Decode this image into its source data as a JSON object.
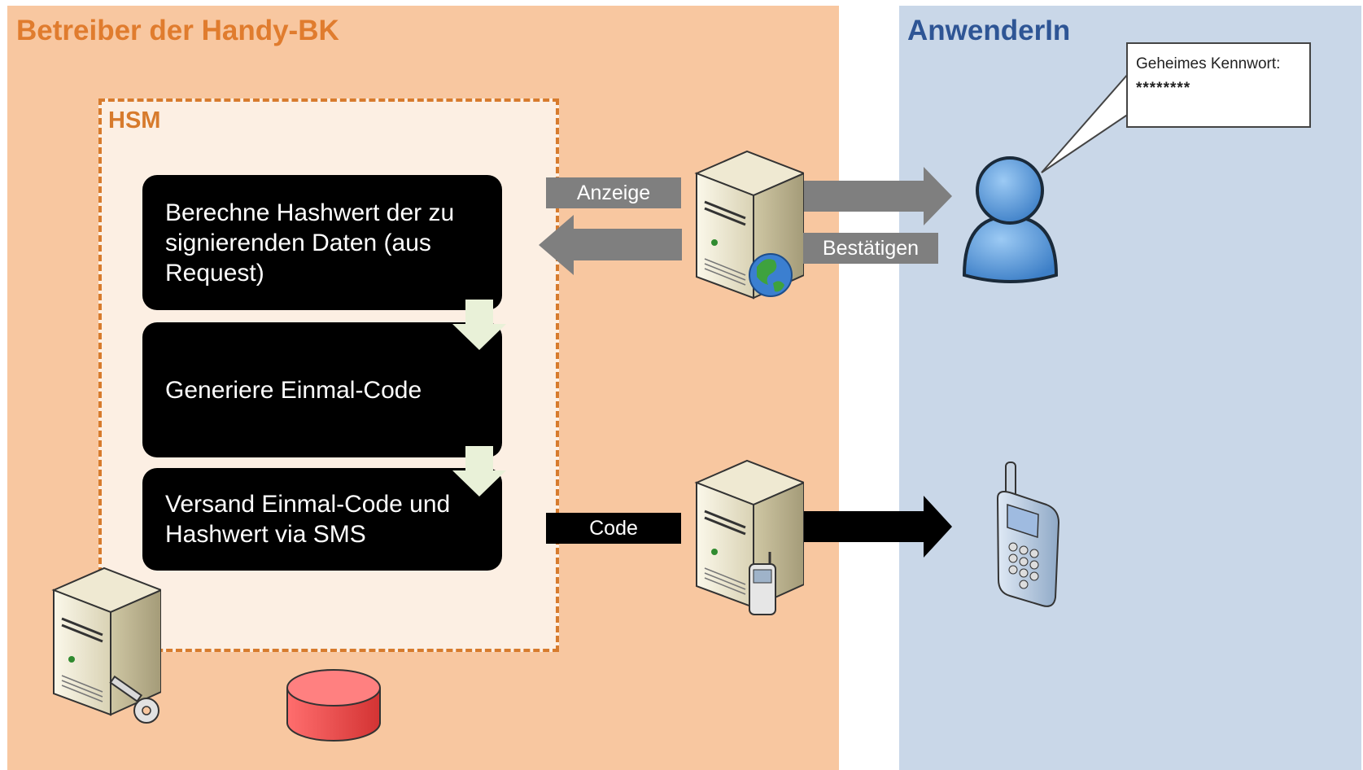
{
  "regions": {
    "left_title": "Betreiber der Handy-BK",
    "right_title": "AnwenderIn"
  },
  "hsm": {
    "label": "HSM"
  },
  "steps": [
    {
      "text": "Berechne Hashwert der zu signierenden Daten (aus Request)"
    },
    {
      "text": "Generiere Einmal-Code"
    },
    {
      "text": "Versand Einmal-Code und Hashwert via SMS"
    }
  ],
  "arrows": {
    "anzeige": "Anzeige",
    "bestaetigen": "Bestätigen",
    "code": "Code"
  },
  "speech": {
    "label": "Geheimes Kennwort:",
    "value": "********"
  },
  "colors": {
    "left_region": "#f8c7a0",
    "right_region": "#c9d7e8",
    "left_title": "#e07c2e",
    "right_title": "#2e5595",
    "hsm_border": "#d77b2d",
    "gray_arrow": "#7f7f7f"
  },
  "icons": [
    "server-icon",
    "server-globe-icon",
    "server-phone-icon",
    "server-key-icon",
    "database-icon",
    "user-icon",
    "mobile-phone-icon"
  ]
}
